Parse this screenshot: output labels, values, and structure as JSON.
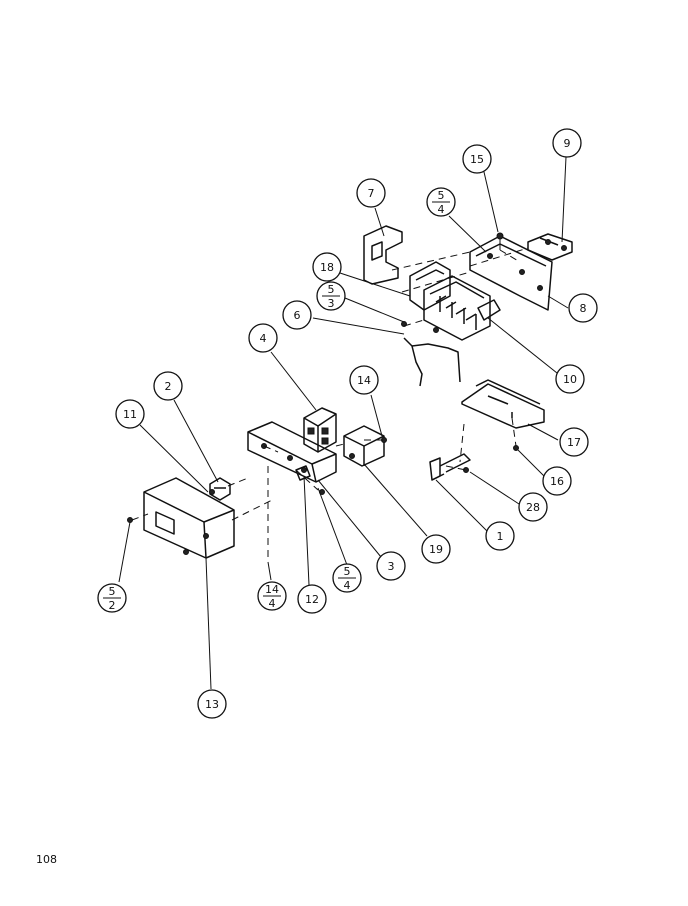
{
  "page_number": "108",
  "callouts": [
    {
      "id": "9",
      "label": "9"
    },
    {
      "id": "15",
      "label": "15"
    },
    {
      "id": "5-4-top",
      "top": "5",
      "bottom": "4"
    },
    {
      "id": "7",
      "label": "7"
    },
    {
      "id": "18",
      "label": "18"
    },
    {
      "id": "5-3",
      "top": "5",
      "bottom": "3"
    },
    {
      "id": "6",
      "label": "6"
    },
    {
      "id": "8",
      "label": "8"
    },
    {
      "id": "10",
      "label": "10"
    },
    {
      "id": "4",
      "label": "4"
    },
    {
      "id": "14",
      "label": "14"
    },
    {
      "id": "2",
      "label": "2"
    },
    {
      "id": "11",
      "label": "11"
    },
    {
      "id": "17",
      "label": "17"
    },
    {
      "id": "16",
      "label": "16"
    },
    {
      "id": "28",
      "label": "28"
    },
    {
      "id": "1",
      "label": "1"
    },
    {
      "id": "19",
      "label": "19"
    },
    {
      "id": "3",
      "label": "3"
    },
    {
      "id": "5-4-bottom",
      "top": "5",
      "bottom": "4"
    },
    {
      "id": "12",
      "label": "12"
    },
    {
      "id": "14-4",
      "top": "14",
      "bottom": "4"
    },
    {
      "id": "5-2",
      "top": "5",
      "bottom": "2"
    },
    {
      "id": "13",
      "label": "13"
    }
  ]
}
